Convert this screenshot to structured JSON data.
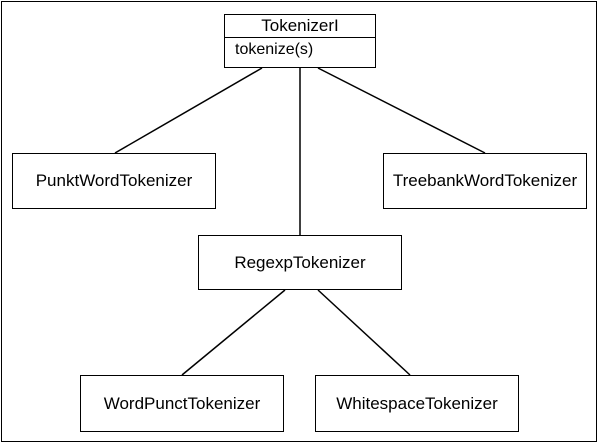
{
  "interface": {
    "name": "TokenizerI",
    "method": "tokenize(s)"
  },
  "classes": {
    "punkt": "PunktWordTokenizer",
    "treebank": "TreebankWordTokenizer",
    "regexp": "RegexpTokenizer",
    "wordpunct": "WordPunctTokenizer",
    "whitespace": "WhitespaceTokenizer"
  }
}
